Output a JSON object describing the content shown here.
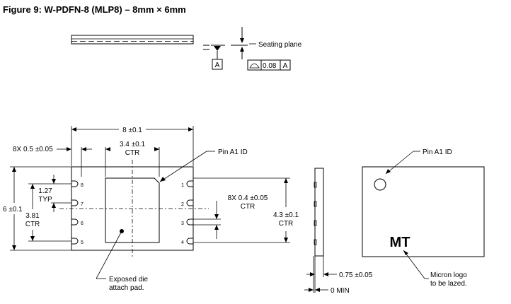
{
  "title": "Figure 9: W-PDFN-8 (MLP8) – 8mm × 6mm",
  "datum": {
    "datum_label": "A",
    "flatness_value": "0.08",
    "flatness_ref": "A",
    "seating_plane": "Seating plane"
  },
  "bottom_view": {
    "width": "8 ±0.1",
    "height": "6 ±0.1",
    "pad_pitch": "8X 0.5 ±0.05",
    "pad_width_ctr": [
      "3.4 ±0.1",
      "CTR"
    ],
    "pitch_typ": [
      "1.27",
      "TYP"
    ],
    "rows_ctr": [
      "3.81",
      "CTR"
    ],
    "pin_len": [
      "8X 0.4 ±0.05",
      "CTR"
    ],
    "pad_height": [
      "4.3 ±0.1",
      "CTR"
    ],
    "pin_a1_id": "Pin A1 ID",
    "exposed_pad": [
      "Exposed die",
      "attach pad."
    ],
    "pin_numbers_left": [
      "8",
      "7",
      "6",
      "5"
    ],
    "pin_numbers_right": [
      "1",
      "2",
      "3",
      "4"
    ]
  },
  "side_view": {
    "thickness": "0.75 ±0.05",
    "standoff": "0 MIN"
  },
  "top_view": {
    "pin_a1_id": "Pin A1 ID",
    "logo_text": "MT",
    "logo_note": [
      "Micron logo",
      "to be lazed."
    ]
  }
}
